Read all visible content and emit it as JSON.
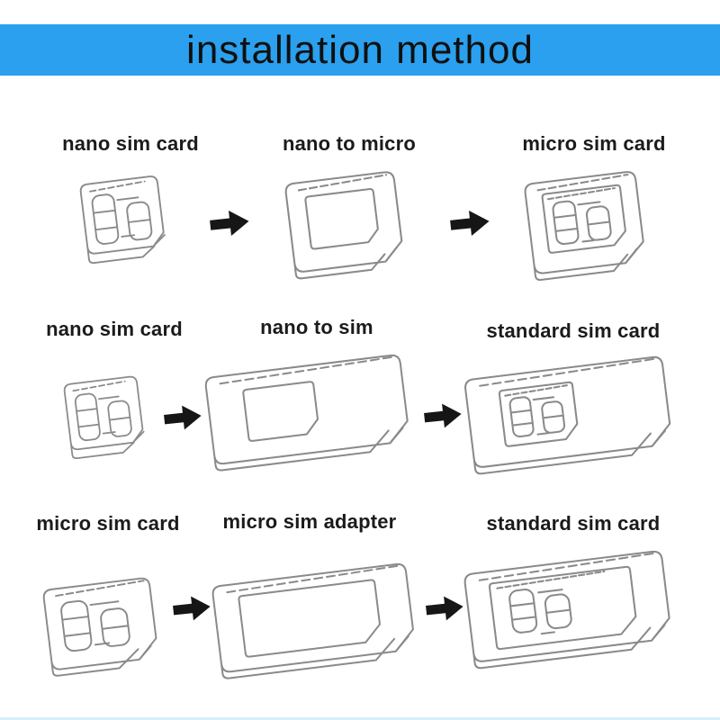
{
  "banner": {
    "title": "installation method",
    "bg": "#2ba0ee",
    "fg": "#101010"
  },
  "rows": [
    {
      "name": "nano to micro conversion",
      "labels": [
        "nano sim card",
        "nano to micro",
        "micro sim card"
      ]
    },
    {
      "name": "nano to standard conversion",
      "labels": [
        "nano sim card",
        "nano to sim",
        "standard sim card"
      ]
    },
    {
      "name": "micro to standard conversion",
      "labels": [
        "micro sim card",
        "micro sim adapter",
        "standard sim card"
      ]
    }
  ],
  "icons": {
    "arrow": "right-arrow-icon",
    "artworks": [
      "nano-sim-card",
      "nano-to-micro-adapter",
      "micro-sim-assembled",
      "nano-to-sim-adapter",
      "standard-sim-assembled-nano",
      "micro-sim-card",
      "micro-sim-adapter",
      "standard-sim-assembled-micro"
    ]
  },
  "colors": {
    "background": "#ffffff",
    "line_art": "#8a8a8a",
    "arrow": "#161616",
    "label_text": "#1b1b1b",
    "footer_line": "#d8ecfa"
  }
}
